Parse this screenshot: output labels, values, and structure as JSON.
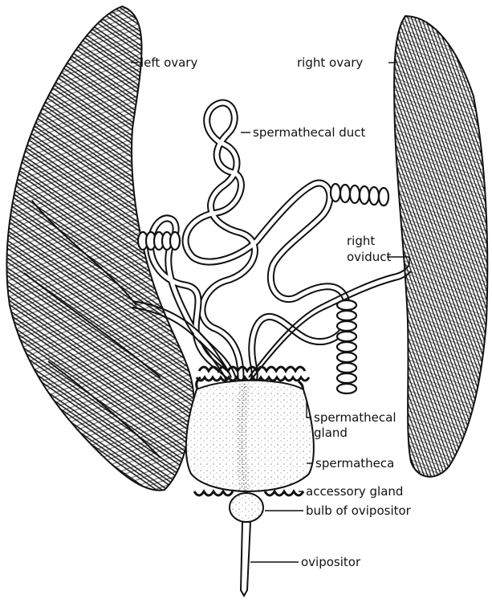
{
  "diagram": {
    "labels": {
      "left_ovary": "left ovary",
      "right_ovary": "right ovary",
      "spermathecal_duct": "spermathecal duct",
      "right_oviduct_1": "right",
      "right_oviduct_2": "oviduct",
      "spermathecal_gland_1": "spermathecal",
      "spermathecal_gland_2": "gland",
      "spermatheca": "spermatheca",
      "accessory_gland": "accessory gland",
      "bulb_of_ovipositor": "bulb of ovipositor",
      "ovipositor": "ovipositor"
    },
    "colors": {
      "ink": "#111111",
      "paper": "#ffffff",
      "stipple": "#555555"
    }
  }
}
